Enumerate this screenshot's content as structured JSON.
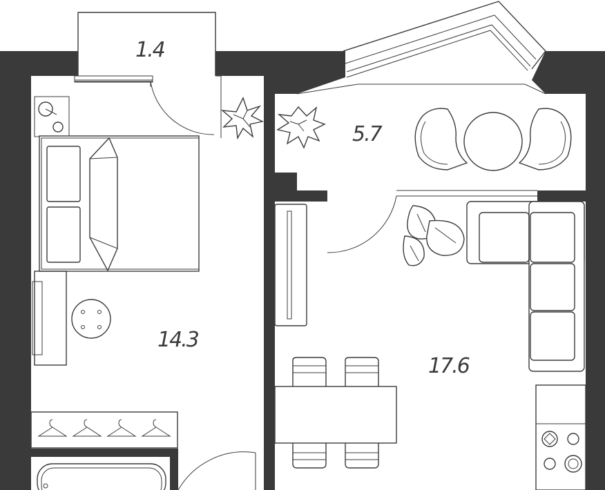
{
  "plan": {
    "colors": {
      "wall": "#3a3a3a",
      "floor": "#ffffff",
      "line": "#3a3a3a"
    },
    "rooms": [
      {
        "id": "balcony-left",
        "area": "1.4"
      },
      {
        "id": "loggia",
        "area": "5.7"
      },
      {
        "id": "bedroom",
        "area": "14.3"
      },
      {
        "id": "living-kitchen",
        "area": "17.6"
      }
    ],
    "furniture": [
      "double-bed",
      "nightstand",
      "wardrobe-rail",
      "dining-table",
      "corner-sofa",
      "tv-stand",
      "bistro-table",
      "kitchen-counter",
      "stove",
      "bathtub",
      "plants"
    ]
  }
}
